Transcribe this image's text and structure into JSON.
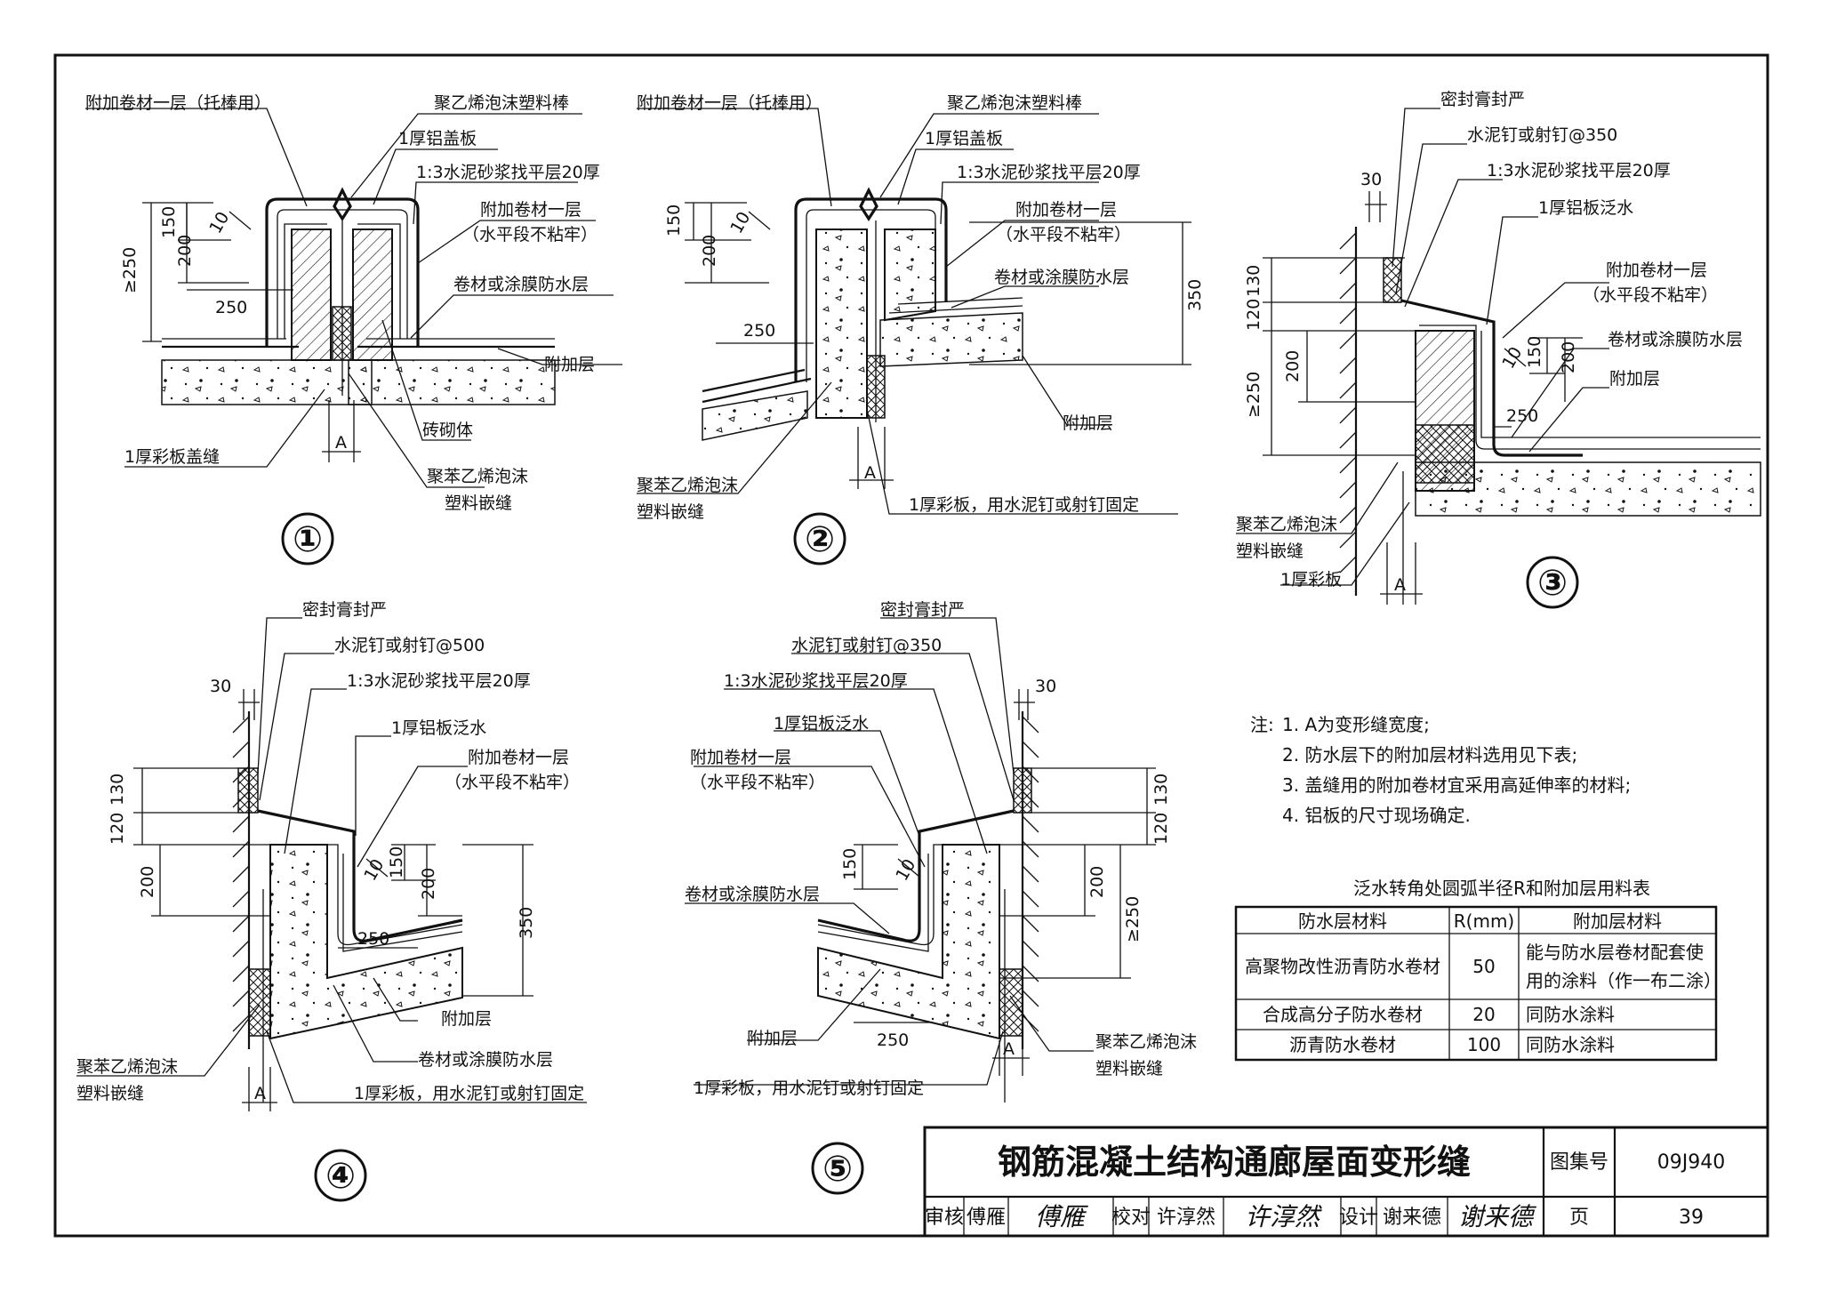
{
  "details": [
    {
      "number": "①",
      "labels": {
        "extra_felt_rod": "附加卷材一层（托棒用）",
        "pe_foam_rod": "聚乙烯泡沫塑料棒",
        "alu_cover": "1厚铝盖板",
        "mortar": "1:3水泥砂浆找平层20厚",
        "extra_felt": "附加卷材一层",
        "not_bonded": "（水平段不粘牢）",
        "membrane": "卷材或涂膜防水层",
        "additional": "附加层",
        "masonry": "砖砌体",
        "color_plate": "1厚彩板盖缝",
        "ps_foam_1": "聚苯乙烯泡沫",
        "ps_foam_2": "塑料嵌缝"
      },
      "dims": {
        "d150": "150",
        "d200": "200",
        "d10": "10",
        "d250": "≥250",
        "w250": "250",
        "gap": "A"
      }
    },
    {
      "number": "②",
      "labels": {
        "extra_felt_rod": "附加卷材一层（托棒用）",
        "pe_foam_rod": "聚乙烯泡沫塑料棒",
        "alu_cover": "1厚铝盖板",
        "mortar": "1:3水泥砂浆找平层20厚",
        "extra_felt": "附加卷材一层",
        "not_bonded": "（水平段不粘牢）",
        "membrane": "卷材或涂膜防水层",
        "additional": "附加层",
        "ps_foam_1": "聚苯乙烯泡沫",
        "ps_foam_2": "塑料嵌缝",
        "color_plate": "1厚彩板，用水泥钉或射钉固定"
      },
      "dims": {
        "d150": "150",
        "d200": "200",
        "d10": "10",
        "w250": "250",
        "d350": "350",
        "gap": "A"
      }
    },
    {
      "number": "③",
      "labels": {
        "sealant": "密封膏封严",
        "nail": "水泥钉或射钉@350",
        "mortar": "1:3水泥砂浆找平层20厚",
        "alu_flash": "1厚铝板泛水",
        "extra_felt": "附加卷材一层",
        "not_bonded": "（水平段不粘牢）",
        "membrane": "卷材或涂膜防水层",
        "additional": "附加层",
        "ps_foam_1": "聚苯乙烯泡沫",
        "ps_foam_2": "塑料嵌缝",
        "color_plate": "1厚彩板"
      },
      "dims": {
        "d30": "30",
        "d130": "130",
        "d120": "120",
        "d200": "200",
        "d250": "≥250",
        "d150": "150",
        "d200b": "200",
        "w250": "250",
        "d10": "10",
        "gap": "A"
      }
    },
    {
      "number": "④",
      "labels": {
        "sealant": "密封膏封严",
        "nail": "水泥钉或射钉@500",
        "mortar": "1:3水泥砂浆找平层20厚",
        "alu_flash": "1厚铝板泛水",
        "extra_felt": "附加卷材一层",
        "not_bonded": "（水平段不粘牢）",
        "additional": "附加层",
        "membrane": "卷材或涂膜防水层",
        "ps_foam_1": "聚苯乙烯泡沫",
        "ps_foam_2": "塑料嵌缝",
        "color_plate": "1厚彩板，用水泥钉或射钉固定"
      },
      "dims": {
        "d30": "30",
        "d130": "130",
        "d120": "120",
        "d200": "200",
        "d150": "150",
        "d200b": "200",
        "d350": "350",
        "w250": "250",
        "d10": "10",
        "gap": "A"
      }
    },
    {
      "number": "⑤",
      "labels": {
        "sealant": "密封膏封严",
        "nail": "水泥钉或射钉@350",
        "mortar": "1:3水泥砂浆找平层20厚",
        "alu_flash": "1厚铝板泛水",
        "extra_felt": "附加卷材一层",
        "not_bonded": "（水平段不粘牢）",
        "membrane": "卷材或涂膜防水层",
        "additional": "附加层",
        "color_plate": "1厚彩板，用水泥钉或射钉固定",
        "ps_foam_1": "聚苯乙烯泡沫",
        "ps_foam_2": "塑料嵌缝"
      },
      "dims": {
        "d30": "30",
        "d130": "130",
        "d120": "120",
        "d200": "200",
        "d250": "≥250",
        "d150": "150",
        "d10": "10",
        "w250": "250",
        "gap": "A"
      }
    }
  ],
  "notes": {
    "head": "注:",
    "items": [
      "1. A为变形缝宽度;",
      "2. 防水层下的附加层材料选用见下表;",
      "3. 盖缝用的附加卷材宜采用高延伸率的材料;",
      "4. 铝板的尺寸现场确定."
    ]
  },
  "table": {
    "title": "泛水转角处圆弧半径R和附加层用料表",
    "headers": [
      "防水层材料",
      "R(mm)",
      "附加层材料"
    ],
    "rows": [
      {
        "material": "高聚物改性沥青防水卷材",
        "r": "50",
        "extra_1": "能与防水层卷材配套使",
        "extra_2": "用的涂料（作一布二涂）"
      },
      {
        "material": "合成高分子防水卷材",
        "r": "20",
        "extra_1": "同防水涂料",
        "extra_2": ""
      },
      {
        "material": "沥青防水卷材",
        "r": "100",
        "extra_1": "同防水涂料",
        "extra_2": ""
      }
    ]
  },
  "title_block": {
    "title": "钢筋混凝土结构通廊屋面变形缝",
    "atlas_label": "图集号",
    "atlas_no": "09J940",
    "page_label": "页",
    "page_no": "39",
    "review_label": "审核",
    "reviewer": "傅雁",
    "reviewer_sig": "傅雁",
    "check_label": "校对",
    "checker": "许淳然",
    "checker_sig": "许淳然",
    "design_label": "设计",
    "designer": "谢来德",
    "designer_sig": "谢来德"
  }
}
